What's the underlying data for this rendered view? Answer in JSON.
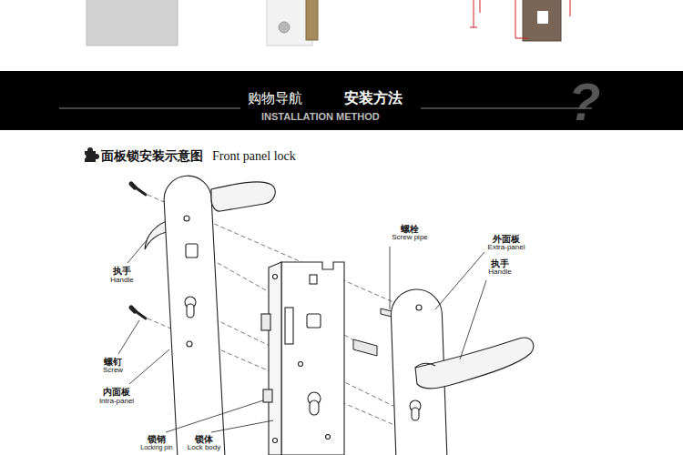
{
  "diagram": {
    "nodes": [
      {
        "text": [
          "购物导航",
          "安装方法",
          "INSTALLATION METHOD"
        ]
      }
    ],
    "labels": [
      "?",
      "面板锁安装示意图",
      "Front panel lock",
      "执手",
      "Handle",
      "螺钉",
      "Screw",
      "内面板",
      "Intra-panel",
      "锁销",
      "Locking pin",
      "锁体",
      "Lock body",
      "螺栓",
      "Screw pipe",
      "外面板",
      "Extra-panel",
      "执手",
      "Handle"
    ]
  }
}
